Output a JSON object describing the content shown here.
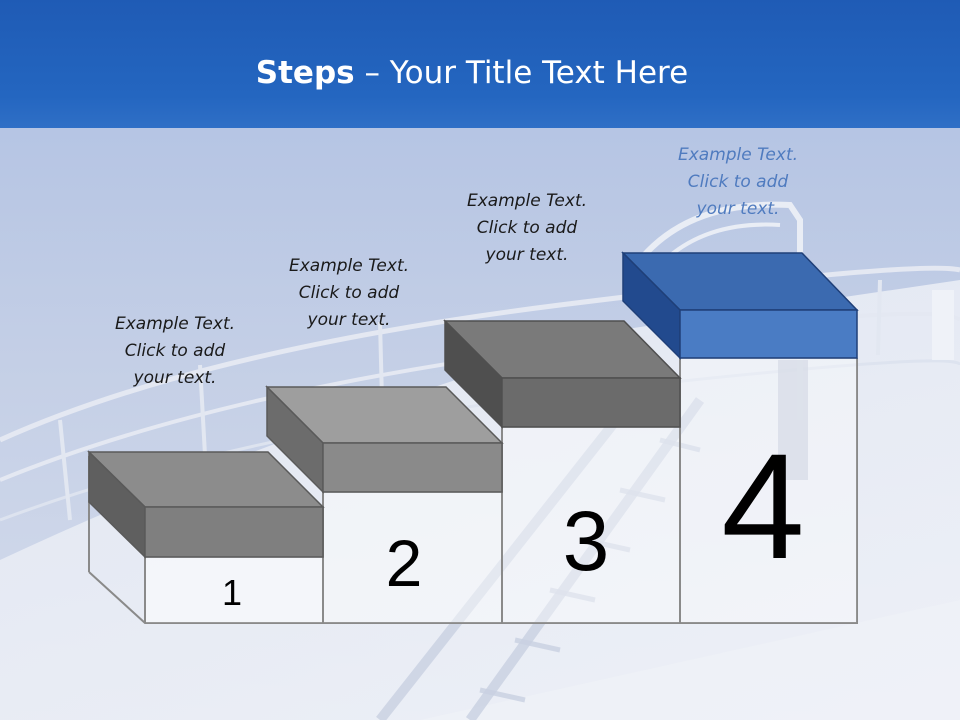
{
  "slide": {
    "title_bold": "Steps",
    "title_rest": " – Your Title Text Here"
  },
  "steps": [
    {
      "number": "1",
      "caption": [
        "Example Text.",
        "Click  to add",
        "your text."
      ],
      "color": "#7f7f7f",
      "highlighted": false
    },
    {
      "number": "2",
      "caption": [
        "Example Text.",
        "Click  to add",
        "your text."
      ],
      "color": "#7f7f7f",
      "highlighted": false
    },
    {
      "number": "3",
      "caption": [
        "Example Text.",
        "Click  to add",
        "your text."
      ],
      "color": "#6b6b6b",
      "highlighted": false
    },
    {
      "number": "4",
      "caption": [
        "Example Text.",
        "Click  to add",
        "your text."
      ],
      "color": "#3f6fb8",
      "highlighted": true
    }
  ],
  "colors": {
    "header_blue": "#2466c0",
    "sky": "#b9c7e2",
    "grey_block": "#7f7f7f",
    "blue_block": "#3f6fb8",
    "highlight_text": "#4f7bbf"
  }
}
